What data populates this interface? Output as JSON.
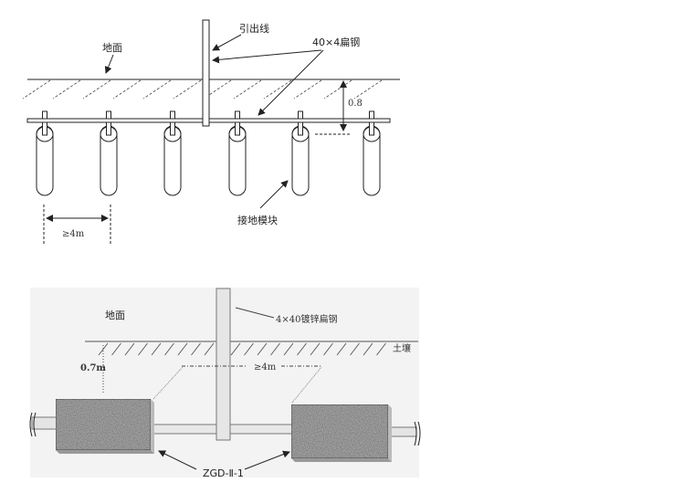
{
  "top_diagram": {
    "ground_label": "地面",
    "lead_wire_label": "引出线",
    "flat_steel_label": "40×4扁钢",
    "depth_label": "0.8",
    "module_label": "接地模块",
    "spacing_label": "≥4m"
  },
  "bottom_diagram": {
    "ground_label": "地面",
    "flat_steel_label": "4×40镀锌扁钢",
    "soil_label": "土壤",
    "depth_label": "0.7m",
    "spacing_label": "≥4m",
    "module_label": "ZGD-Ⅱ-1"
  }
}
